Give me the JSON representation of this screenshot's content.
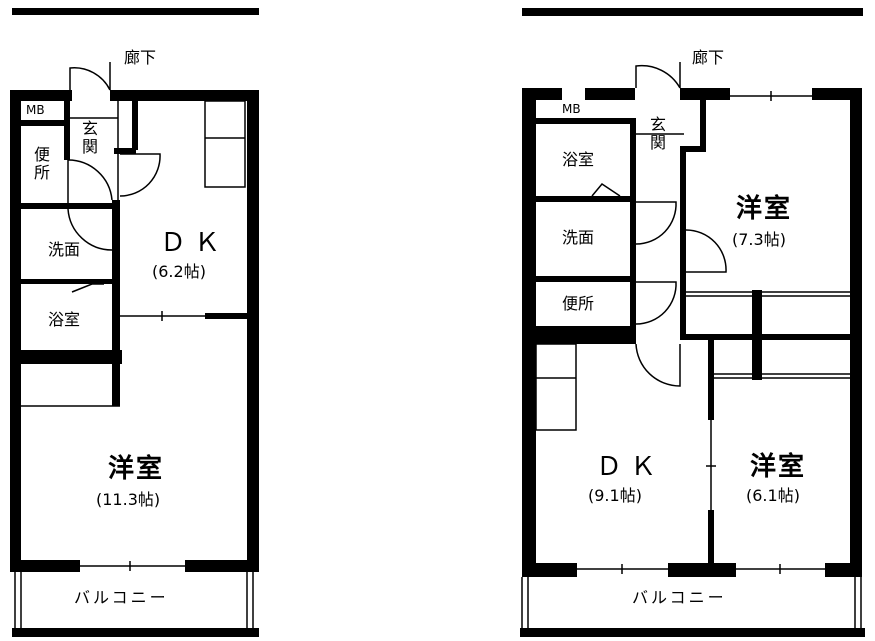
{
  "left_unit": {
    "corridor": "廊下",
    "mb": "MB",
    "entrance": "玄関",
    "toilet": "便所",
    "washroom": "洗面",
    "bath": "浴室",
    "dk": "ＤＫ",
    "dk_area": "(6.2帖)",
    "western": "洋室",
    "western_area": "(11.3帖)",
    "balcony": "バルコニー"
  },
  "right_unit": {
    "corridor": "廊下",
    "mb": "MB",
    "entrance": "玄関",
    "bath": "浴室",
    "washroom": "洗面",
    "toilet": "便所",
    "western_a": "洋室",
    "western_a_area": "(7.3帖)",
    "dk": "ＤＫ",
    "dk_area": "(9.1帖)",
    "western_b": "洋室",
    "western_b_area": "(6.1帖)",
    "balcony": "バルコニー"
  }
}
